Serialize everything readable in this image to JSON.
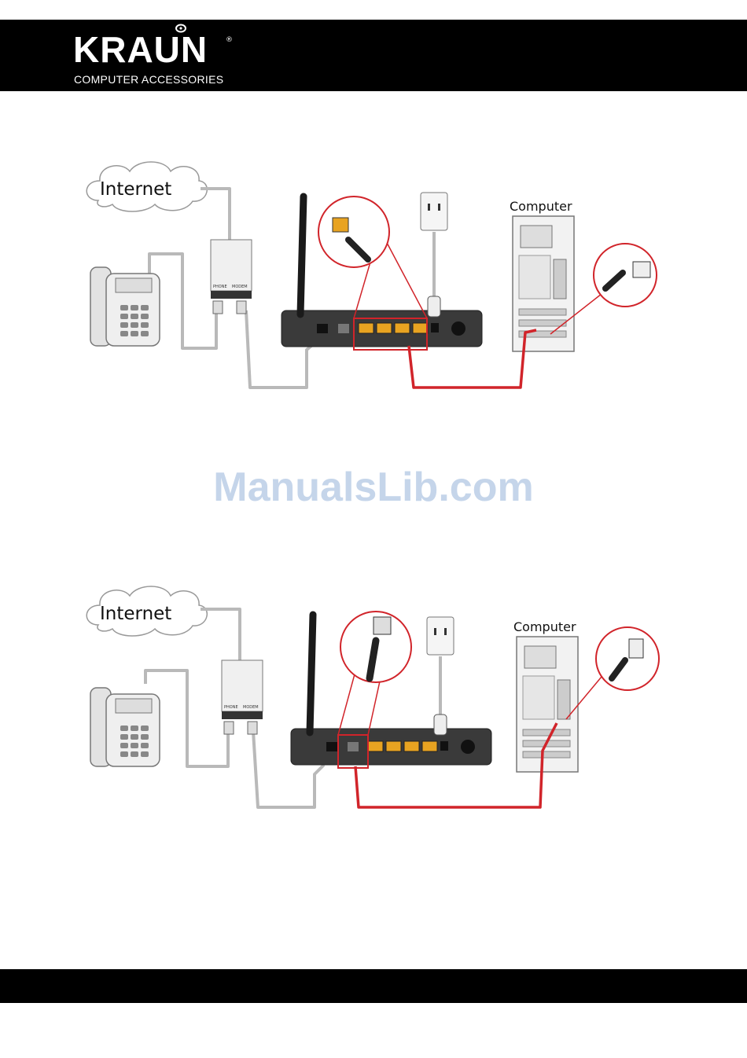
{
  "header": {
    "brand": "KRAUN",
    "registered": "®",
    "tagline": "COMPUTER ACCESSORIES"
  },
  "watermark": "ManualsLib.com",
  "diagrams": [
    {
      "cloud_label": "Internet",
      "computer_label": "Computer",
      "splitter_labels": [
        "PHONE",
        "MODEM"
      ]
    },
    {
      "cloud_label": "Internet",
      "computer_label": "Computer",
      "splitter_labels": [
        "PHONE",
        "MODEM"
      ]
    }
  ],
  "colors": {
    "bar": "#000000",
    "cable_grey": "#b9b9b9",
    "cable_red": "#d1242a",
    "port_yellow": "#e8a321",
    "watermark": "#c5d5ea"
  }
}
